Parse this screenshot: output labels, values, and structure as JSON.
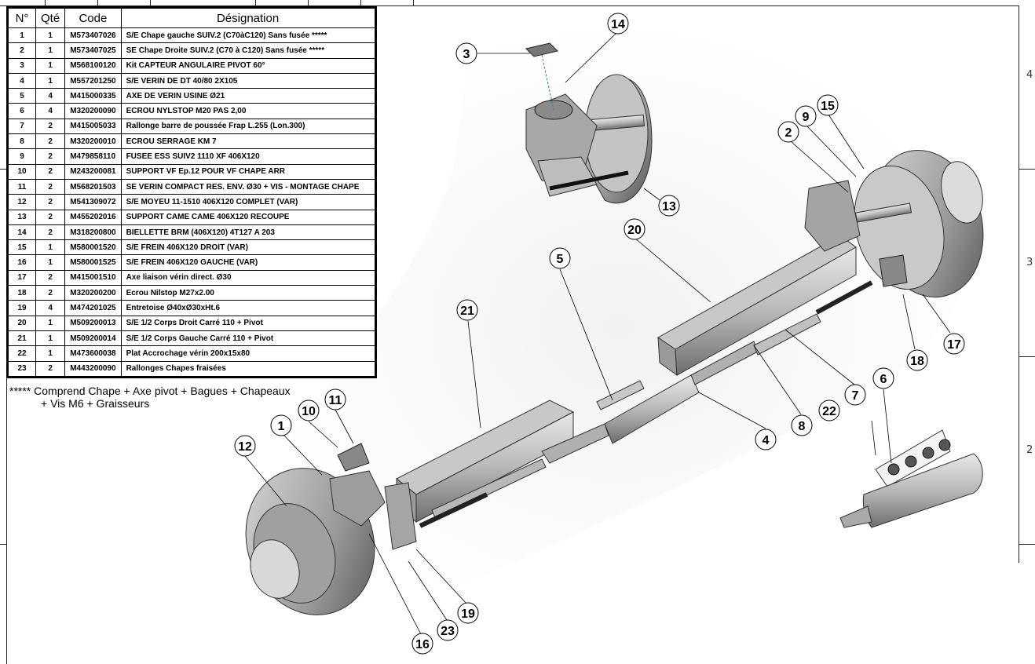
{
  "table": {
    "headers": {
      "no": "N°",
      "qty": "Qté",
      "code": "Code",
      "designation": "Désignation"
    },
    "rows": [
      {
        "no": "1",
        "qty": "1",
        "code": "M573407026",
        "designation": "S/E Chape gauche SUIV.2 (C70àC120) Sans fusée *****"
      },
      {
        "no": "2",
        "qty": "1",
        "code": "M573407025",
        "designation": "SE Chape Droite SUIV.2 (C70 à C120) Sans fusée *****"
      },
      {
        "no": "3",
        "qty": "1",
        "code": "M568100120",
        "designation": "Kit CAPTEUR ANGULAIRE PIVOT  60°"
      },
      {
        "no": "4",
        "qty": "1",
        "code": "M557201250",
        "designation": "S/E VERIN DE DT 40/80 2X105"
      },
      {
        "no": "5",
        "qty": "4",
        "code": "M415000335",
        "designation": "AXE DE VERIN USINE Ø21"
      },
      {
        "no": "6",
        "qty": "4",
        "code": "M320200090",
        "designation": "ECROU NYLSTOP  M20  PAS 2,00"
      },
      {
        "no": "7",
        "qty": "2",
        "code": "M415005033",
        "designation": "Rallonge barre de poussée Frap L.255 (Lon.300)"
      },
      {
        "no": "8",
        "qty": "2",
        "code": "M320200010",
        "designation": "ECROU SERRAGE KM 7"
      },
      {
        "no": "9",
        "qty": "2",
        "code": "M479858110",
        "designation": "FUSEE ESS SUIV2 1110 XF 406X120"
      },
      {
        "no": "10",
        "qty": "2",
        "code": "M243200081",
        "designation": "SUPPORT VF Ep.12 POUR VF CHAPE ARR"
      },
      {
        "no": "11",
        "qty": "2",
        "code": "M568201503",
        "designation": "SE VERIN COMPACT  RES. ENV. Ø30 + VIS - MONTAGE CHAPE"
      },
      {
        "no": "12",
        "qty": "2",
        "code": "M541309072",
        "designation": "S/E MOYEU 11-1510 406X120 COMPLET (VAR)"
      },
      {
        "no": "13",
        "qty": "2",
        "code": "M455202016",
        "designation": "SUPPORT CAME CAME 406X120 RECOUPE"
      },
      {
        "no": "14",
        "qty": "2",
        "code": "M318200800",
        "designation": "BIELLETTE BRM (406X120) 4T127 A 203"
      },
      {
        "no": "15",
        "qty": "1",
        "code": "M580001520",
        "designation": "S/E FREIN 406X120 DROIT (VAR)"
      },
      {
        "no": "16",
        "qty": "1",
        "code": "M580001525",
        "designation": "S/E FREIN 406X120 GAUCHE (VAR)"
      },
      {
        "no": "17",
        "qty": "2",
        "code": "M415001510",
        "designation": "Axe liaison vérin direct. Ø30"
      },
      {
        "no": "18",
        "qty": "2",
        "code": "M320200200",
        "designation": "Ecrou Nilstop M27x2.00"
      },
      {
        "no": "19",
        "qty": "4",
        "code": "M474201025",
        "designation": "Entretoise Ø40xØ30xHt.6"
      },
      {
        "no": "20",
        "qty": "1",
        "code": "M509200013",
        "designation": "S/E 1/2 Corps Droit Carré 110 + Pivot"
      },
      {
        "no": "21",
        "qty": "1",
        "code": "M509200014",
        "designation": "S/E 1/2 Corps Gauche Carré 110 + Pivot"
      },
      {
        "no": "22",
        "qty": "1",
        "code": "M473600038",
        "designation": "Plat Accrochage vérin 200x15x80"
      },
      {
        "no": "23",
        "qty": "2",
        "code": "M443200090",
        "designation": "Rallonges Chapes fraisées"
      }
    ]
  },
  "note": {
    "line1": "***** Comprend Chape + Axe pivot + Bagues + Chapeaux",
    "line2": "+ Vis M6 + Graisseurs"
  },
  "zones": {
    "z4": "4",
    "z3": "3",
    "z2": "2"
  },
  "balloons": {
    "b1": "1",
    "b2": "2",
    "b3": "3",
    "b4": "4",
    "b5": "5",
    "b6": "6",
    "b7": "7",
    "b8": "8",
    "b9": "9",
    "b10": "10",
    "b11": "11",
    "b12": "12",
    "b13": "13",
    "b14": "14",
    "b15": "15",
    "b16": "16",
    "b17": "17",
    "b18": "18",
    "b19": "19",
    "b20": "20",
    "b21": "21",
    "b22": "22",
    "b23": "23"
  }
}
